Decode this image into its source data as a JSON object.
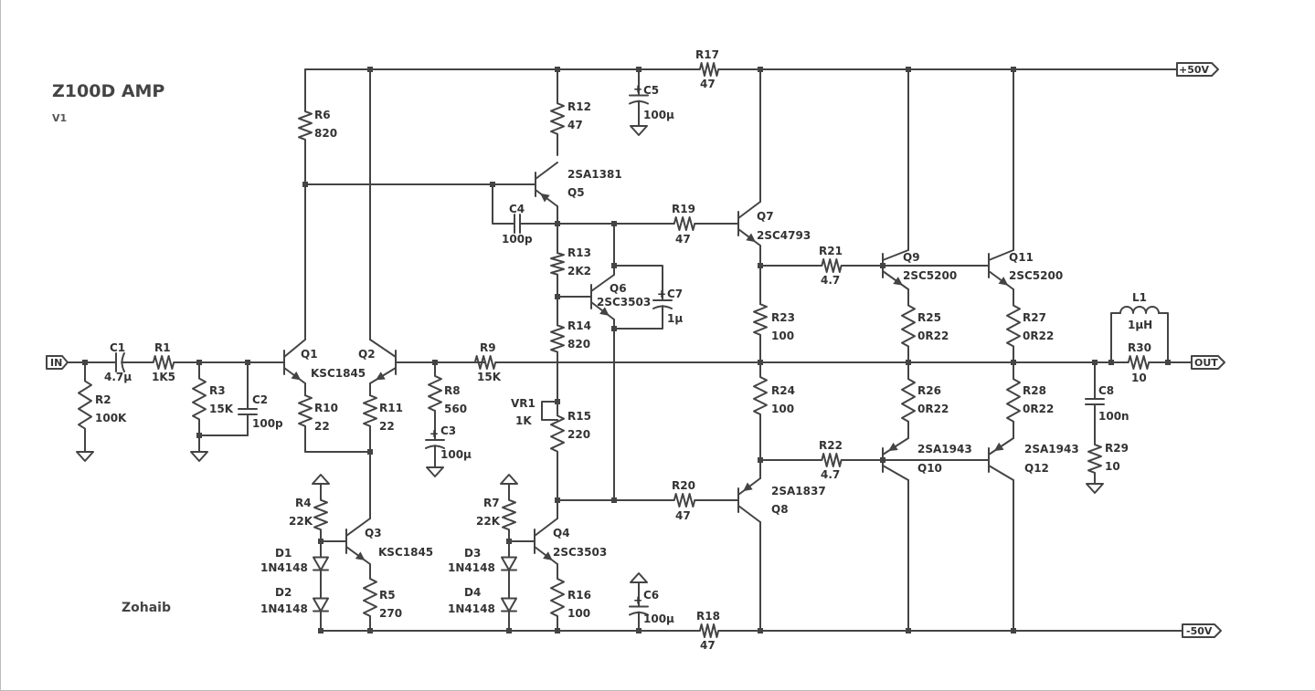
{
  "title": "Z100D AMP",
  "version": "V1",
  "author": "Zohaib",
  "ports": {
    "in": "IN",
    "out": "OUT",
    "vpos": "+50V",
    "vneg": "-50V"
  },
  "resistors": [
    {
      "ref": "R1",
      "value": "1K5"
    },
    {
      "ref": "R2",
      "value": "100K"
    },
    {
      "ref": "R3",
      "value": "15K"
    },
    {
      "ref": "R4",
      "value": "22K"
    },
    {
      "ref": "R5",
      "value": "270"
    },
    {
      "ref": "R6",
      "value": "820"
    },
    {
      "ref": "R7",
      "value": "22K"
    },
    {
      "ref": "R8",
      "value": "560"
    },
    {
      "ref": "R9",
      "value": "15K"
    },
    {
      "ref": "R10",
      "value": "22"
    },
    {
      "ref": "R11",
      "value": "22"
    },
    {
      "ref": "R12",
      "value": "47"
    },
    {
      "ref": "R13",
      "value": "2K2"
    },
    {
      "ref": "R14",
      "value": "820"
    },
    {
      "ref": "R15",
      "value": "220"
    },
    {
      "ref": "R16",
      "value": "100"
    },
    {
      "ref": "R17",
      "value": "47"
    },
    {
      "ref": "R18",
      "value": "47"
    },
    {
      "ref": "R19",
      "value": "47"
    },
    {
      "ref": "R20",
      "value": "47"
    },
    {
      "ref": "R21",
      "value": "4.7"
    },
    {
      "ref": "R22",
      "value": "4.7"
    },
    {
      "ref": "R23",
      "value": "100"
    },
    {
      "ref": "R24",
      "value": "100"
    },
    {
      "ref": "R25",
      "value": "0R22"
    },
    {
      "ref": "R26",
      "value": "0R22"
    },
    {
      "ref": "R27",
      "value": "0R22"
    },
    {
      "ref": "R28",
      "value": "0R22"
    },
    {
      "ref": "R29",
      "value": "10"
    },
    {
      "ref": "R30",
      "value": "10"
    }
  ],
  "capacitors": [
    {
      "ref": "C1",
      "value": "4.7µ"
    },
    {
      "ref": "C2",
      "value": "100p"
    },
    {
      "ref": "C3",
      "value": "100µ"
    },
    {
      "ref": "C4",
      "value": "100p"
    },
    {
      "ref": "C5",
      "value": "100µ"
    },
    {
      "ref": "C6",
      "value": "100µ"
    },
    {
      "ref": "C7",
      "value": "1µ"
    },
    {
      "ref": "C8",
      "value": "100n"
    }
  ],
  "transistors": [
    {
      "ref": "Q1",
      "part": "KSC1845"
    },
    {
      "ref": "Q2",
      "part": ""
    },
    {
      "ref": "Q3",
      "part": "KSC1845"
    },
    {
      "ref": "Q4",
      "part": "2SC3503"
    },
    {
      "ref": "Q5",
      "part": "2SA1381"
    },
    {
      "ref": "Q6",
      "part": "2SC3503"
    },
    {
      "ref": "Q7",
      "part": "2SC4793"
    },
    {
      "ref": "Q8",
      "part": "2SA1837"
    },
    {
      "ref": "Q9",
      "part": "2SC5200"
    },
    {
      "ref": "Q10",
      "part": "2SA1943"
    },
    {
      "ref": "Q11",
      "part": "2SC5200"
    },
    {
      "ref": "Q12",
      "part": "2SA1943"
    }
  ],
  "diodes": [
    {
      "ref": "D1",
      "part": "1N4148"
    },
    {
      "ref": "D2",
      "part": "1N4148"
    },
    {
      "ref": "D3",
      "part": "1N4148"
    },
    {
      "ref": "D4",
      "part": "1N4148"
    }
  ],
  "inductor": {
    "ref": "L1",
    "value": "1µH"
  },
  "trimmer": {
    "ref": "VR1",
    "value": "1K"
  }
}
